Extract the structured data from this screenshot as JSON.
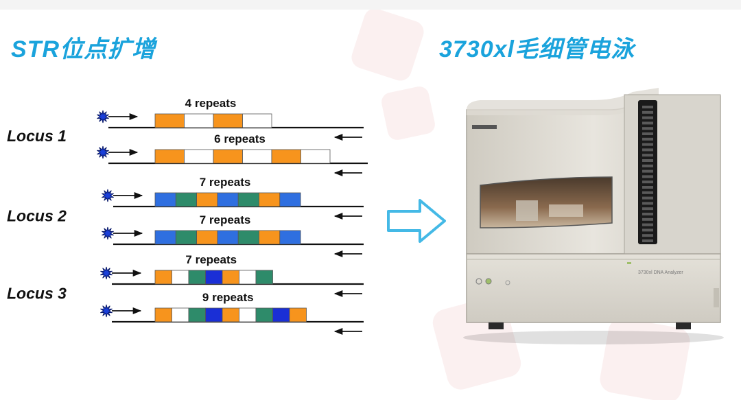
{
  "titles": {
    "left": "STR位点扩增",
    "right": "3730xl毛细管电泳"
  },
  "colors": {
    "title": "#1aa3dc",
    "orange": "#f7941d",
    "white": "#ffffff",
    "blue": "#2f6fe0",
    "green": "#2e8b6a",
    "navy": "#1a2fd6",
    "arrow_outline": "#44b9e6"
  },
  "loci": [
    {
      "label": "Locus 1",
      "alleles": [
        {
          "repeats_label": "4 repeats",
          "segments": [
            "orange",
            "white",
            "orange",
            "white"
          ]
        },
        {
          "repeats_label": "6 repeats",
          "segments": [
            "orange",
            "white",
            "orange",
            "white",
            "orange",
            "white"
          ]
        }
      ]
    },
    {
      "label": "Locus 2",
      "alleles": [
        {
          "repeats_label": "7 repeats",
          "segments": [
            "blue",
            "green",
            "orange",
            "blue",
            "green",
            "orange",
            "blue"
          ]
        },
        {
          "repeats_label": "7 repeats",
          "segments": [
            "blue",
            "green",
            "orange",
            "blue",
            "green",
            "orange",
            "blue"
          ]
        }
      ]
    },
    {
      "label": "Locus 3",
      "alleles": [
        {
          "repeats_label": "7 repeats",
          "segments": [
            "orange",
            "white",
            "green",
            "navy",
            "orange",
            "white",
            "green"
          ]
        },
        {
          "repeats_label": "9 repeats",
          "segments": [
            "orange",
            "white",
            "green",
            "navy",
            "orange",
            "white",
            "green",
            "navy",
            "orange"
          ]
        }
      ]
    }
  ],
  "instrument": {
    "model_text": "3730xl DNA Analyzer",
    "brand_icon": "applied-biosystems-logo-icon"
  },
  "icons": {
    "primer_label": "fluorescent-star-icon",
    "flow_arrow": "right-arrow-icon"
  }
}
